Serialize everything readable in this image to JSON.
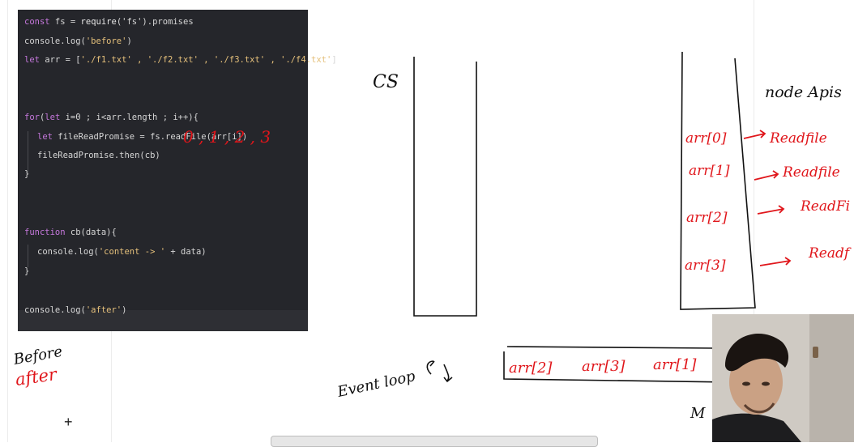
{
  "code": {
    "line1_a": "const",
    "line1_b": " fs = ",
    "line1_c": "require",
    "line1_d": "('fs').promises",
    "line2_a": "console.log(",
    "line2_b": "'before'",
    "line2_c": ")",
    "line3_a": "let",
    "line3_b": " arr = [",
    "line3_c": "'./f1.txt' , './f2.txt' , './f3.txt' , './f4.txt'",
    "line3_d": "]",
    "line4_a": "for",
    "line4_b": "(",
    "line4_c": "let",
    "line4_d": " i=0 ; i<arr.length ; i++){",
    "line5_a": "let",
    "line5_b": " fileReadPromise = fs.readFile(arr[i])",
    "line6": "fileReadPromise.then(cb)",
    "line7": "}",
    "line8_a": "function",
    "line8_b": " cb(data){",
    "line9_a": "console.log(",
    "line9_b": "'content -> '",
    "line9_c": " + data)",
    "line10": "}",
    "line11_a": "console.log(",
    "line11_b": "'after'",
    "line11_c": ")"
  },
  "annotations": {
    "indices": "0 , 1 , 2 , 3",
    "callstack_label": "CS",
    "node_apis_label": "node Apis",
    "api_rows": [
      {
        "arg": "arr[0]",
        "call": "Readfile"
      },
      {
        "arg": "arr[1]",
        "call": "Readfile"
      },
      {
        "arg": "arr[2]",
        "call": "ReadFi"
      },
      {
        "arg": "arr[3]",
        "call": "Readf"
      }
    ],
    "queue_items": [
      "arr[2]",
      "arr[3]",
      "arr[1]"
    ],
    "event_loop": "Event loop",
    "output_before": "Before",
    "output_after": "after",
    "queue_tail": "M",
    "plus": "+"
  },
  "colors": {
    "ink_black": "#111111",
    "ink_red": "#e0161b",
    "editor_bg": "#25262b"
  }
}
